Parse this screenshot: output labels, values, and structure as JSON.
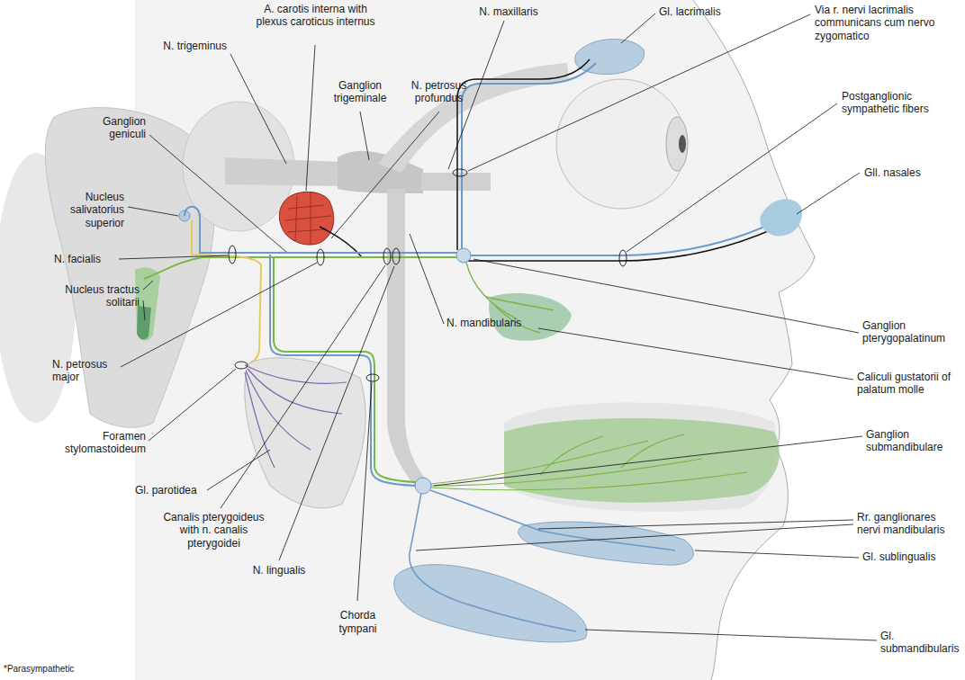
{
  "diagram": {
    "labels": [
      "A. carotis interna with plexus caroticus internus",
      "N. maxillaris",
      "N. trigeminus",
      "Gl. lacrimalis",
      "Via r. nervi lacrimalis communicans cum nervo zygomatico",
      "Ganglion trigeminale",
      "N. petrosus profundus",
      "Ganglion geniculi",
      "Postganglionic sympathetic fibers",
      "Gll. nasales",
      "Nucleus salivatorius superior",
      "N. facialis",
      "N. mandibularis",
      "Nucleus tractus solitarii",
      "Ganglion pterygopalatinum",
      "N. petrosus major",
      "Caliculi gustatorii of palatum molle",
      "Ganglion submandibulare",
      "Foramen stylomastoideum",
      "Rr. ganglionares nervi mandibularis",
      "Gl. parotidea",
      "Gl. sublingualis",
      "Canalis pterygoideus with n. canalis pterygoidei",
      "N. lingualis",
      "Chorda tympani",
      "Gl. submandibularis",
      "*Parasympathetic"
    ]
  }
}
